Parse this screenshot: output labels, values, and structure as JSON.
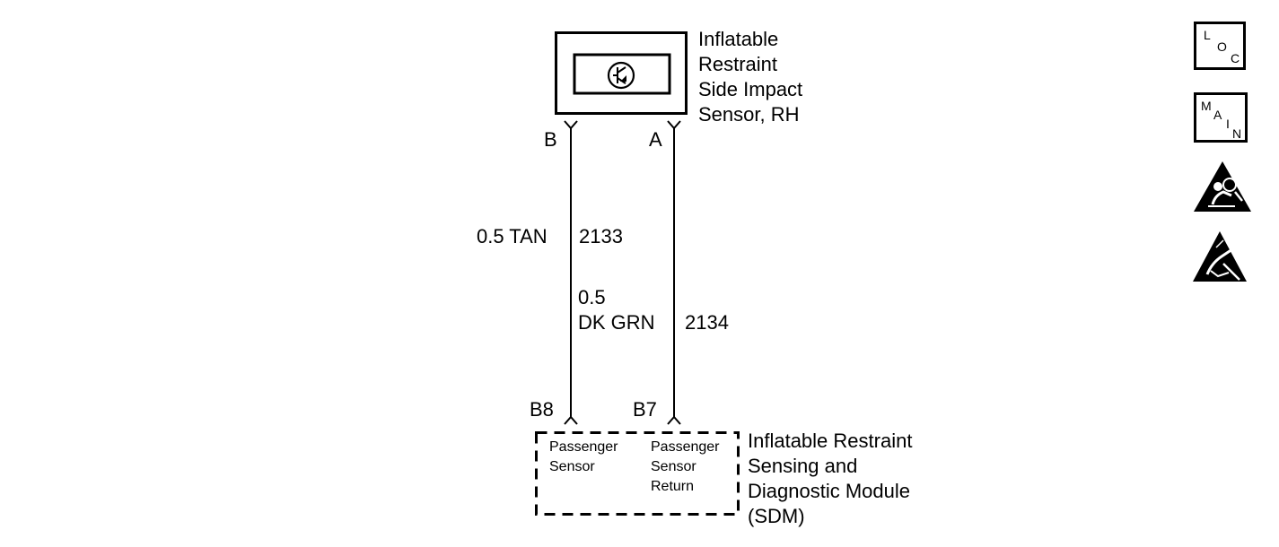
{
  "sensor": {
    "title_lines": [
      "Inflatable",
      "Restraint",
      "Side Impact",
      "Sensor, RH"
    ],
    "pin_b": "B",
    "pin_a": "A"
  },
  "wires": {
    "w2133_gauge_color": "0.5 TAN",
    "w2133_circuit": "2133",
    "w2134_gauge": "0.5",
    "w2134_color": "DK GRN",
    "w2134_circuit": "2134"
  },
  "sdm": {
    "pin_b8": "B8",
    "pin_b7": "B7",
    "pin1_lines": [
      "Passenger",
      "Sensor"
    ],
    "pin2_lines": [
      "Passenger",
      "Sensor",
      "Return"
    ],
    "title_lines": [
      "Inflatable Restraint",
      "Sensing and",
      "Diagnostic Module",
      "(SDM)"
    ]
  },
  "icons": {
    "loc": [
      "L",
      "O",
      "C"
    ],
    "main": [
      "M",
      "A",
      "I",
      "N"
    ],
    "airbag_warning": "airbag-warning-icon",
    "esd_warning": "esd-warning-icon"
  }
}
